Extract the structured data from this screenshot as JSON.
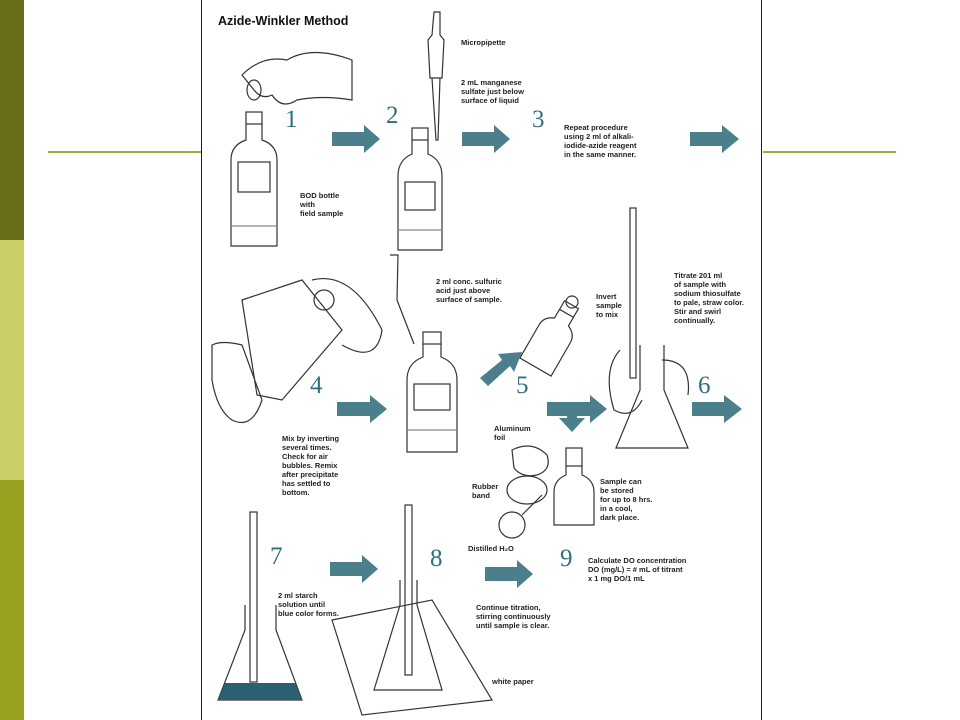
{
  "slide": {
    "accent_colors": [
      "#6b6e19",
      "#c9cf66",
      "#9aa01f"
    ],
    "rule_color": "#a6a63a"
  },
  "figure": {
    "title": "Azide-Winkler Method",
    "number_color": "#2f6f7f",
    "arrow_color": "#4b7f8c",
    "steps": [
      "1",
      "2",
      "3",
      "4",
      "5",
      "6",
      "7",
      "8",
      "9"
    ],
    "labels": {
      "micropipette": "Micropipette",
      "manganese": "2 mL manganese\nsulfate just below\nsurface of liquid",
      "bod_bottle": "BOD bottle\nwith\nfield sample",
      "repeat": "Repeat procedure\nusing 2 ml of alkali-\niodide-azide reagent\nin the same manner.",
      "sulfuric": "2 ml conc. sulfuric\nacid just above\nsurface of sample.",
      "invert": "Invert\nsample\nto mix",
      "titrate": "Titrate 201 ml\nof sample with\nsodium thiosulfate\nto pale, straw color.\nStir and swirl\ncontinually.",
      "mix": "Mix by inverting\nseveral times.\nCheck for air\nbubbles. Remix\nafter precipitate\nhas settled to\nbottom.",
      "foil": "Aluminum\nfoil",
      "rubber_band": "Rubber\nband",
      "stored": "Sample can\nbe stored\nfor up to 8 hrs.\nin a cool,\ndark place.",
      "distilled": "Distilled H₂O",
      "starch": "2 ml starch\nsolution until\nblue color forms.",
      "continue": "Continue titration,\nstirring continuously\nuntil sample is clear.",
      "calculate": "Calculate DO concentration\nDO (mg/L) = # mL of titrant\nx 1 mg DO/1 mL",
      "white_paper": "white paper"
    }
  }
}
